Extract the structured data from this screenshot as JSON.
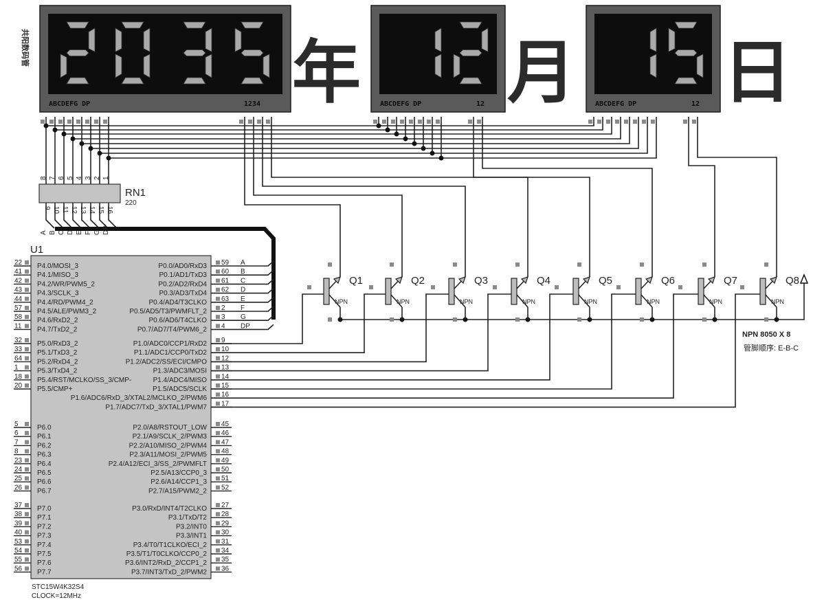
{
  "title": "STC15W4K32S4 LED date display schematic",
  "displays": [
    {
      "id": "disp-year",
      "digits": "2035",
      "seg_labels": "ABCDEFG DP",
      "com_labels": "1234",
      "side_label": "共阳数码管",
      "unit": "年"
    },
    {
      "id": "disp-month",
      "digits": "12",
      "seg_labels": "ABCDEFG DP",
      "com_labels": "12",
      "unit": "月"
    },
    {
      "id": "disp-day",
      "digits": "15",
      "seg_labels": "ABCDEFG DP",
      "com_labels": "12",
      "unit": "日"
    }
  ],
  "resistor_network": {
    "ref": "RN1",
    "value": "220",
    "top_pins": [
      "8",
      "7",
      "6",
      "5",
      "4",
      "3",
      "2",
      "1"
    ],
    "bottom_pins": [
      "9",
      "10",
      "11",
      "12",
      "13",
      "14",
      "15",
      "16"
    ],
    "net_labels": [
      "A",
      "B",
      "C",
      "D",
      "E",
      "F",
      "G",
      "DP"
    ]
  },
  "mcu": {
    "ref": "U1",
    "part": "STC15W4K32S4",
    "clock": "CLOCK=12MHz",
    "left_groups": [
      [
        {
          "num": "22",
          "name": "P4.0/MOSI_3"
        },
        {
          "num": "41",
          "name": "P4.1/MISO_3"
        },
        {
          "num": "42",
          "name": "P4.2/WR/PWM5_2"
        },
        {
          "num": "43",
          "name": "P4.3/SCLK_3"
        },
        {
          "num": "44",
          "name": "P4.4/RD/PWM4_2"
        },
        {
          "num": "57",
          "name": "P4.5/ALE/PWM3_2"
        },
        {
          "num": "58",
          "name": "P4.6/RxD2_2"
        },
        {
          "num": "11",
          "name": "P4.7/TxD2_2"
        }
      ],
      [
        {
          "num": "32",
          "name": "P5.0/RxD3_2"
        },
        {
          "num": "33",
          "name": "P5.1/TxD3_2"
        },
        {
          "num": "64",
          "name": "P5.2/RxD4_2"
        },
        {
          "num": "1",
          "name": "P5.3/TxD4_2"
        },
        {
          "num": "18",
          "name": "P5.4/RST/MCLKO/SS_3/CMP-"
        },
        {
          "num": "20",
          "name": "P5.5/CMP+"
        }
      ],
      [
        {
          "num": "5",
          "name": "P6.0"
        },
        {
          "num": "6",
          "name": "P6.1"
        },
        {
          "num": "7",
          "name": "P6.2"
        },
        {
          "num": "8",
          "name": "P6.3"
        },
        {
          "num": "23",
          "name": "P6.4"
        },
        {
          "num": "24",
          "name": "P6.5"
        },
        {
          "num": "25",
          "name": "P6.6"
        },
        {
          "num": "26",
          "name": "P6.7"
        }
      ],
      [
        {
          "num": "37",
          "name": "P7.0"
        },
        {
          "num": "38",
          "name": "P7.1"
        },
        {
          "num": "39",
          "name": "P7.2"
        },
        {
          "num": "40",
          "name": "P7.3"
        },
        {
          "num": "53",
          "name": "P7.4"
        },
        {
          "num": "54",
          "name": "P7.5"
        },
        {
          "num": "55",
          "name": "P7.6"
        },
        {
          "num": "56",
          "name": "P7.7"
        }
      ]
    ],
    "right_groups": [
      [
        {
          "num": "59",
          "name": "P0.0/AD0/RxD3",
          "net": "A"
        },
        {
          "num": "60",
          "name": "P0.1/AD1/TxD3",
          "net": "B"
        },
        {
          "num": "61",
          "name": "P0.2/AD2/RxD4",
          "net": "C"
        },
        {
          "num": "62",
          "name": "P0.3/AD3/TxD4",
          "net": "D"
        },
        {
          "num": "63",
          "name": "P0.4/AD4/T3CLKO",
          "net": "E"
        },
        {
          "num": "2",
          "name": "P0.5/AD5/T3/PWMFLT_2",
          "net": "F"
        },
        {
          "num": "3",
          "name": "P0.6/AD6/T4CLKO",
          "net": "G"
        },
        {
          "num": "4",
          "name": "P0.7/AD7/T4/PWM6_2",
          "net": "DP"
        }
      ],
      [
        {
          "num": "9",
          "name": "P1.0/ADC0/CCP1/RxD2"
        },
        {
          "num": "10",
          "name": "P1.1/ADC1/CCP0/TxD2"
        },
        {
          "num": "12",
          "name": "P1.2/ADC2/SS/ECI/CMPO"
        },
        {
          "num": "13",
          "name": "P1.3/ADC3/MOSI"
        },
        {
          "num": "14",
          "name": "P1.4/ADC4/MISO"
        },
        {
          "num": "15",
          "name": "P1.5/ADC5/SCLK"
        },
        {
          "num": "16",
          "name": "P1.6/ADC6/RxD_3/XTAL2/MCLKO_2/PWM6"
        },
        {
          "num": "17",
          "name": "P1.7/ADC7/TxD_3/XTAL1/PWM7"
        }
      ],
      [
        {
          "num": "45",
          "name": "P2.0/A8/RSTOUT_LOW"
        },
        {
          "num": "46",
          "name": "P2.1/A9/SCLK_2/PWM3"
        },
        {
          "num": "47",
          "name": "P2.2/A10/MISO_2/PWM4"
        },
        {
          "num": "48",
          "name": "P2.3/A11/MOSI_2/PWM5"
        },
        {
          "num": "49",
          "name": "P2.4/A12/ECI_3/SS_2/PWMFLT"
        },
        {
          "num": "50",
          "name": "P2.5/A13/CCP0_3"
        },
        {
          "num": "51",
          "name": "P2.6/A14/CCP1_3"
        },
        {
          "num": "52",
          "name": "P2.7/A15/PWM2_2"
        }
      ],
      [
        {
          "num": "27",
          "name": "P3.0/RxD/INT4/T2CLKO"
        },
        {
          "num": "28",
          "name": "P3.1/TxD/T2"
        },
        {
          "num": "29",
          "name": "P3.2/INT0"
        },
        {
          "num": "30",
          "name": "P3.3/INT1"
        },
        {
          "num": "31",
          "name": "P3.4/T0/T1CLKO/ECI_2"
        },
        {
          "num": "34",
          "name": "P3.5/T1/T0CLKO/CCP0_2"
        },
        {
          "num": "35",
          "name": "P3.6/INT2/RxD_2/CCP1_2"
        },
        {
          "num": "36",
          "name": "P3.7/INT3/TxD_2/PWM2"
        }
      ]
    ]
  },
  "transistors": [
    {
      "ref": "Q1",
      "type": "NPN"
    },
    {
      "ref": "Q2",
      "type": "NPN"
    },
    {
      "ref": "Q3",
      "type": "NPN"
    },
    {
      "ref": "Q4",
      "type": "NPN"
    },
    {
      "ref": "Q5",
      "type": "NPN"
    },
    {
      "ref": "Q6",
      "type": "NPN"
    },
    {
      "ref": "Q7",
      "type": "NPN"
    },
    {
      "ref": "Q8",
      "type": "NPN"
    }
  ],
  "transistor_note": {
    "line1": "NPN  8050 X 8",
    "line2": "管脚顺序: E-B-C"
  },
  "colors": {
    "display_frame": "#5a5a5a",
    "display_face": "#0d0d0d",
    "segment_on": "#a9a9a9",
    "chip_body": "#c4c4c4",
    "wire": "#222222"
  }
}
